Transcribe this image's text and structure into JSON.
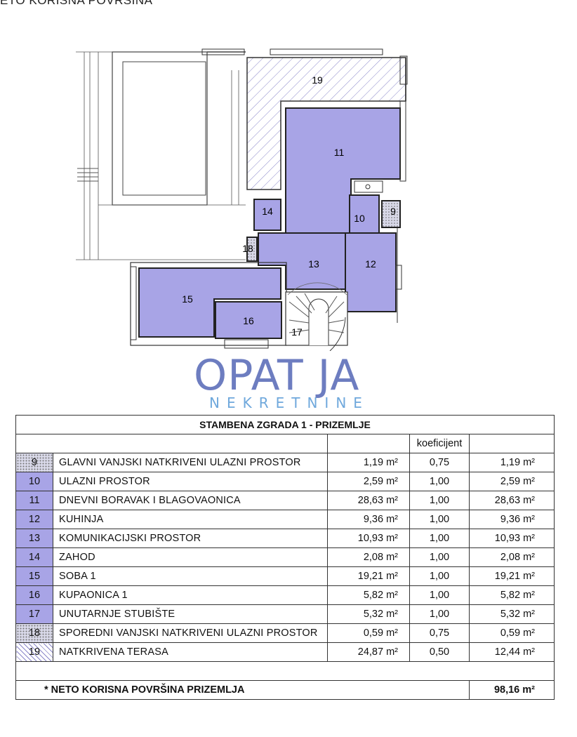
{
  "page": {
    "heading": "ETO KORISNA POVRŠINA"
  },
  "plan": {
    "room_labels": [
      "19",
      "11",
      "14",
      "10",
      "9",
      "18",
      "13",
      "12",
      "15",
      "16",
      "17"
    ]
  },
  "logo": {
    "main": "OPAT JA",
    "sub": "NEKRETNINE"
  },
  "table": {
    "title": "STAMBENA ZGRADA 1 - PRIZEMLJE",
    "coef_header": "koeficijent",
    "rows": [
      {
        "no": "9",
        "name": "GLAVNI VANJSKI NATKRIVENI ULAZNI PROSTOR",
        "area": "1,19 m²",
        "coef": "0,75",
        "result": "1,19 m²",
        "fill": "dots"
      },
      {
        "no": "10",
        "name": "ULAZNI PROSTOR",
        "area": "2,59 m²",
        "coef": "1,00",
        "result": "2,59 m²",
        "fill": "solid"
      },
      {
        "no": "11",
        "name": "DNEVNI BORAVAK I BLAGOVAONICA",
        "area": "28,63 m²",
        "coef": "1,00",
        "result": "28,63 m²",
        "fill": "solid"
      },
      {
        "no": "12",
        "name": "KUHINJA",
        "area": "9,36 m²",
        "coef": "1,00",
        "result": "9,36 m²",
        "fill": "solid"
      },
      {
        "no": "13",
        "name": "KOMUNIKACIJSKI PROSTOR",
        "area": "10,93 m²",
        "coef": "1,00",
        "result": "10,93 m²",
        "fill": "solid"
      },
      {
        "no": "14",
        "name": "ZAHOD",
        "area": "2,08 m²",
        "coef": "1,00",
        "result": "2,08 m²",
        "fill": "solid"
      },
      {
        "no": "15",
        "name": "SOBA 1",
        "area": "19,21 m²",
        "coef": "1,00",
        "result": "19,21 m²",
        "fill": "solid"
      },
      {
        "no": "16",
        "name": "KUPAONICA 1",
        "area": "5,82 m²",
        "coef": "1,00",
        "result": "5,82 m²",
        "fill": "solid"
      },
      {
        "no": "17",
        "name": "UNUTARNJE STUBIŠTE",
        "area": "5,32 m²",
        "coef": "1,00",
        "result": "5,32 m²",
        "fill": "solid"
      },
      {
        "no": "18",
        "name": "SPOREDNI VANJSKI NATKRIVENI ULAZNI PROSTOR",
        "area": "0,59 m²",
        "coef": "0,75",
        "result": "0,59 m²",
        "fill": "dots"
      },
      {
        "no": "19",
        "name": "NATKRIVENA TERASA",
        "area": "24,87 m²",
        "coef": "0,50",
        "result": "12,44 m²",
        "fill": "hatch"
      }
    ],
    "total_label": "* NETO KORISNA POVRŠINA PRIZEMLJA",
    "total_value": "98,16 m²"
  },
  "colors": {
    "room_fill": "#a8a4e6",
    "hatch": "#8a86c9",
    "logo": "#5a6cb8",
    "logo_sub": "#6fa8dc"
  }
}
